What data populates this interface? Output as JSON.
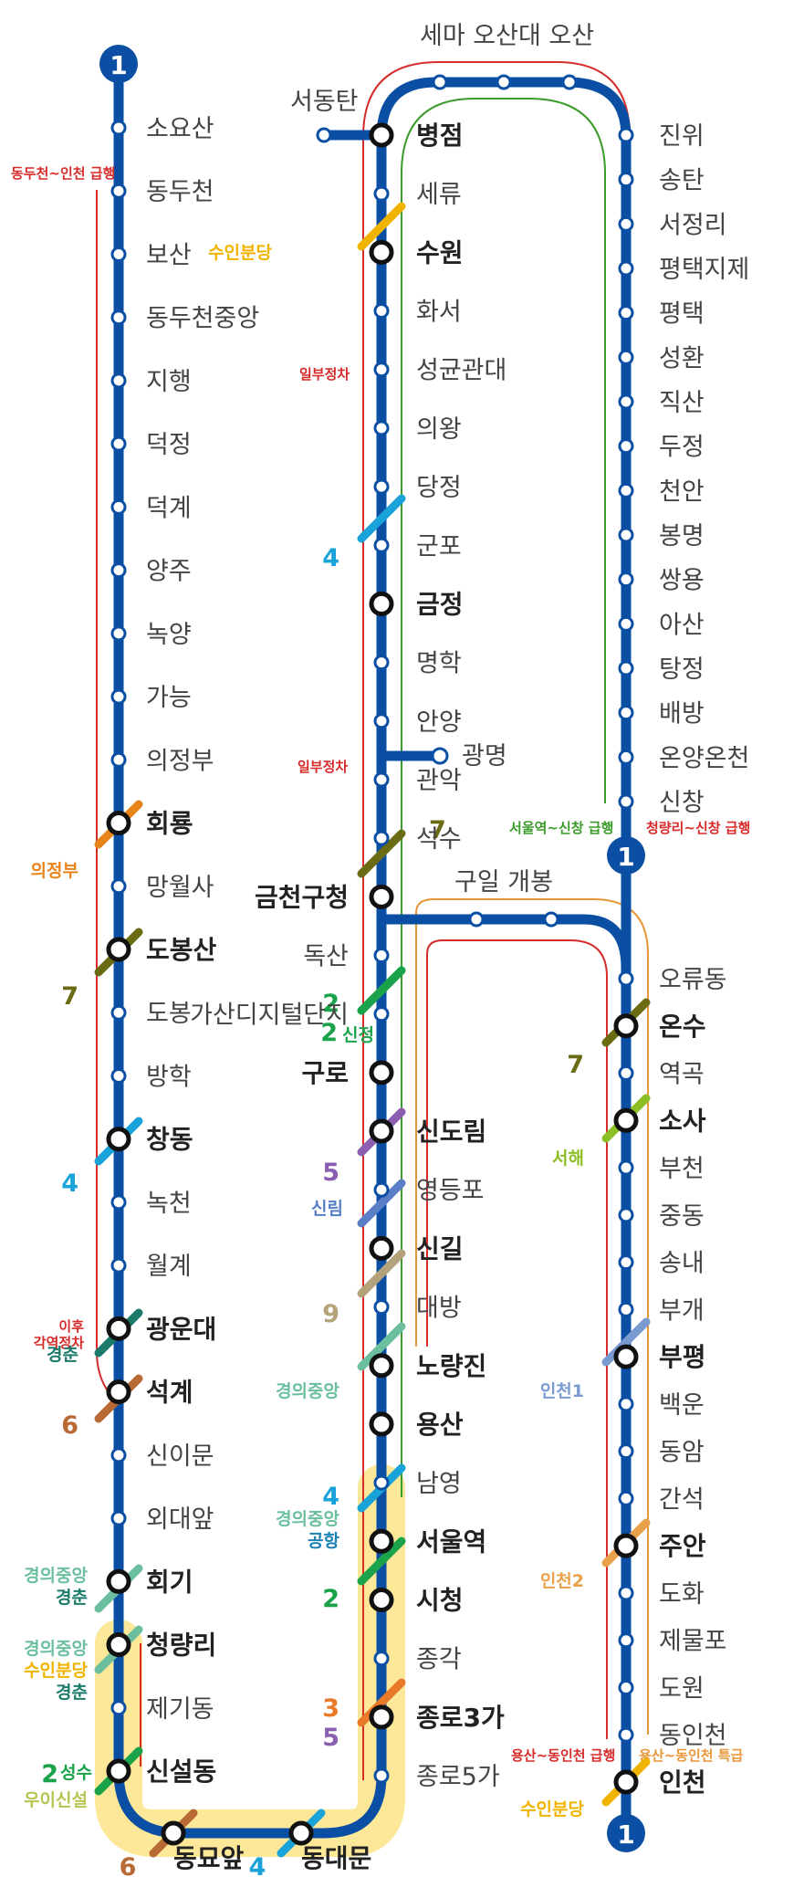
{
  "colors": {
    "line1": "#0a4fa3",
    "red": "#d62b2b",
    "green": "#3a9b2a",
    "orange": "#e8963a",
    "yellow": "#f5c800",
    "highlight": "#fde89a"
  },
  "line_number": "1",
  "labels": {
    "top_title": "세마 오산대 오산",
    "seodongtan": "서동탄",
    "guil_gaebong": "구일 개봉",
    "gwangmyeong": "광명"
  },
  "col1": [
    {
      "name": "소요산",
      "bold": false
    },
    {
      "name": "동두천",
      "bold": false
    },
    {
      "name": "보산",
      "bold": false
    },
    {
      "name": "동두천중앙",
      "bold": false
    },
    {
      "name": "지행",
      "bold": false
    },
    {
      "name": "덕정",
      "bold": false
    },
    {
      "name": "덕계",
      "bold": false
    },
    {
      "name": "양주",
      "bold": false
    },
    {
      "name": "녹양",
      "bold": false
    },
    {
      "name": "가능",
      "bold": false
    },
    {
      "name": "의정부",
      "bold": false
    },
    {
      "name": "회룡",
      "bold": true
    },
    {
      "name": "망월사",
      "bold": false
    },
    {
      "name": "도봉산",
      "bold": true
    },
    {
      "name": "도봉",
      "bold": false
    },
    {
      "name": "방학",
      "bold": false
    },
    {
      "name": "창동",
      "bold": true
    },
    {
      "name": "녹천",
      "bold": false
    },
    {
      "name": "월계",
      "bold": false
    },
    {
      "name": "광운대",
      "bold": true
    },
    {
      "name": "석계",
      "bold": true
    },
    {
      "name": "신이문",
      "bold": false
    },
    {
      "name": "외대앞",
      "bold": false
    },
    {
      "name": "회기",
      "bold": true
    },
    {
      "name": "청량리",
      "bold": true
    },
    {
      "name": "제기동",
      "bold": false
    },
    {
      "name": "신설동",
      "bold": true
    }
  ],
  "bottom": [
    {
      "name": "동묘앞",
      "bold": true
    },
    {
      "name": "동대문",
      "bold": true
    }
  ],
  "col2": [
    {
      "name": "종로5가",
      "bold": false
    },
    {
      "name": "종로3가",
      "bold": true
    },
    {
      "name": "종각",
      "bold": false
    },
    {
      "name": "시청",
      "bold": true
    },
    {
      "name": "서울역",
      "bold": true
    },
    {
      "name": "남영",
      "bold": false
    },
    {
      "name": "용산",
      "bold": true
    },
    {
      "name": "노량진",
      "bold": true
    },
    {
      "name": "대방",
      "bold": false
    },
    {
      "name": "신길",
      "bold": true
    },
    {
      "name": "영등포",
      "bold": false
    },
    {
      "name": "신도림",
      "bold": true
    },
    {
      "name": "구로",
      "bold": true
    },
    {
      "name": "가산디지털단지",
      "bold": false
    },
    {
      "name": "독산",
      "bold": false
    },
    {
      "name": "금천구청",
      "bold": true
    },
    {
      "name": "석수",
      "bold": false
    },
    {
      "name": "관악",
      "bold": false
    },
    {
      "name": "안양",
      "bold": false
    },
    {
      "name": "명학",
      "bold": false
    },
    {
      "name": "금정",
      "bold": true
    },
    {
      "name": "군포",
      "bold": false
    },
    {
      "name": "당정",
      "bold": false
    },
    {
      "name": "의왕",
      "bold": false
    },
    {
      "name": "성균관대",
      "bold": false
    },
    {
      "name": "화서",
      "bold": false
    },
    {
      "name": "수원",
      "bold": true
    },
    {
      "name": "세류",
      "bold": false
    },
    {
      "name": "병점",
      "bold": true
    }
  ],
  "col3": [
    {
      "name": "진위",
      "bold": false
    },
    {
      "name": "송탄",
      "bold": false
    },
    {
      "name": "서정리",
      "bold": false
    },
    {
      "name": "평택지제",
      "bold": false
    },
    {
      "name": "평택",
      "bold": false
    },
    {
      "name": "성환",
      "bold": false
    },
    {
      "name": "직산",
      "bold": false
    },
    {
      "name": "두정",
      "bold": false
    },
    {
      "name": "천안",
      "bold": false
    },
    {
      "name": "봉명",
      "bold": false
    },
    {
      "name": "쌍용",
      "bold": false
    },
    {
      "name": "아산",
      "bold": false
    },
    {
      "name": "탕정",
      "bold": false
    },
    {
      "name": "배방",
      "bold": false
    },
    {
      "name": "온양온천",
      "bold": false
    },
    {
      "name": "신창",
      "bold": false
    }
  ],
  "col4": [
    {
      "name": "오류동",
      "bold": false
    },
    {
      "name": "온수",
      "bold": true
    },
    {
      "name": "역곡",
      "bold": false
    },
    {
      "name": "소사",
      "bold": true
    },
    {
      "name": "부천",
      "bold": false
    },
    {
      "name": "중동",
      "bold": false
    },
    {
      "name": "송내",
      "bold": false
    },
    {
      "name": "부개",
      "bold": false
    },
    {
      "name": "부평",
      "bold": true
    },
    {
      "name": "백운",
      "bold": false
    },
    {
      "name": "동암",
      "bold": false
    },
    {
      "name": "간석",
      "bold": false
    },
    {
      "name": "주안",
      "bold": true
    },
    {
      "name": "도화",
      "bold": false
    },
    {
      "name": "제물포",
      "bold": false
    },
    {
      "name": "도원",
      "bold": false
    },
    {
      "name": "동인천",
      "bold": false
    },
    {
      "name": "인천",
      "bold": true
    }
  ],
  "express": {
    "dongducheon_incheon": "동두천~인천 급행",
    "seoul_sinchang": "서울역~신창 급행",
    "cheongnyangni_sinchang": "청량리~신창 급행",
    "yongsan_dongincheon": "용산~동인천 급행",
    "yongsan_dongincheon_special": "용산~동인천 특급",
    "partial_stop_1": "일부정차",
    "partial_stop_2": "일부정차",
    "after_each_stop": "이후\n각역정차"
  },
  "transfers": [
    {
      "text": "수인분당",
      "color": "#f0b400"
    },
    {
      "text": "4",
      "color": "#1aa3d9"
    },
    {
      "text": "7",
      "color": "#6b6b14"
    },
    {
      "text": "2",
      "color": "#1aa34a"
    },
    {
      "text": "2",
      "color": "#1aa34a"
    },
    {
      "text": "신정",
      "color": "#1aa34a"
    },
    {
      "text": "5",
      "color": "#8b5fb0"
    },
    {
      "text": "신림",
      "color": "#5b7fc7"
    },
    {
      "text": "9",
      "color": "#b3a27a"
    },
    {
      "text": "경의중앙",
      "color": "#6cbf9e"
    },
    {
      "text": "4",
      "color": "#1aa3d9"
    },
    {
      "text": "경의중앙",
      "color": "#6cbf9e"
    },
    {
      "text": "공항",
      "color": "#1a82b4"
    },
    {
      "text": "2",
      "color": "#1aa34a"
    },
    {
      "text": "3",
      "color": "#e87a2a"
    },
    {
      "text": "5",
      "color": "#8b5fb0"
    },
    {
      "text": "4",
      "color": "#1aa3d9"
    },
    {
      "text": "6",
      "color": "#b86a34"
    },
    {
      "text": "의정부",
      "color": "#e8851a"
    },
    {
      "text": "7",
      "color": "#6b6b14"
    },
    {
      "text": "4",
      "color": "#1aa3d9"
    },
    {
      "text": "경춘",
      "color": "#1b7a6a"
    },
    {
      "text": "6",
      "color": "#b86a34"
    },
    {
      "text": "경의중앙",
      "color": "#6cbf9e"
    },
    {
      "text": "경춘",
      "color": "#1b7a6a"
    },
    {
      "text": "경의중앙",
      "color": "#6cbf9e"
    },
    {
      "text": "수인분당",
      "color": "#f0b400"
    },
    {
      "text": "경춘",
      "color": "#1b7a6a"
    },
    {
      "text": "2",
      "color": "#1aa34a"
    },
    {
      "text": "성수",
      "color": "#1aa34a"
    },
    {
      "text": "우이신설",
      "color": "#b7c452"
    },
    {
      "text": "7",
      "color": "#6b6b14"
    },
    {
      "text": "서해",
      "color": "#8cbf26"
    },
    {
      "text": "인천1",
      "color": "#7a9bd1"
    },
    {
      "text": "인천2",
      "color": "#e8a04a"
    },
    {
      "text": "수인분당",
      "color": "#f0b400"
    }
  ]
}
